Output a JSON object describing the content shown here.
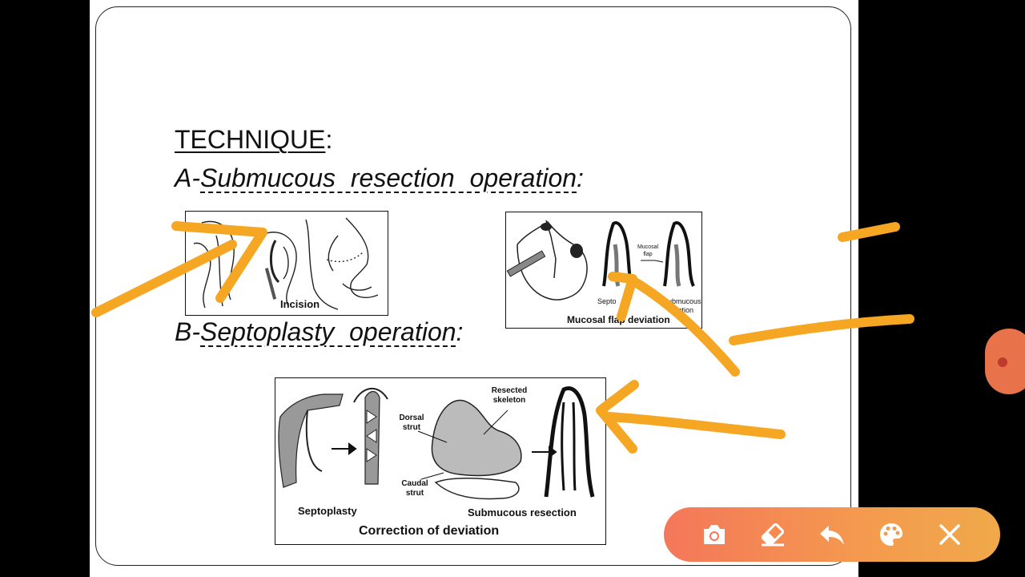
{
  "slide": {
    "heading": "TECHNIQUE",
    "colon": ":",
    "section_a_prefix": "A-",
    "section_a_title": "Submucous resection operation",
    "section_b_prefix": "B-",
    "section_b_title": "Septoplasty operation",
    "figures": {
      "incision": {
        "caption": "Incision"
      },
      "mucosal_flap": {
        "caption": "Mucosal flap deviation",
        "label_flap": "Mucosal flap",
        "label_septo": "Septo",
        "label_submucous": "Submucous",
        "label_resection_partial": "ection"
      },
      "correction": {
        "caption": "Correction of deviation",
        "label_septoplasty": "Septoplasty",
        "label_submucous_resection": "Submucous resection",
        "label_resected_skeleton": "Resected skeleton",
        "label_dorsal_strut": "Dorsal strut",
        "label_caudal_strut": "Caudal strut"
      }
    }
  },
  "annotation": {
    "color": "#f5a623"
  },
  "toolbar": {
    "items": [
      {
        "name": "camera-icon"
      },
      {
        "name": "eraser-icon"
      },
      {
        "name": "undo-icon"
      },
      {
        "name": "palette-icon"
      },
      {
        "name": "close-icon"
      }
    ]
  }
}
